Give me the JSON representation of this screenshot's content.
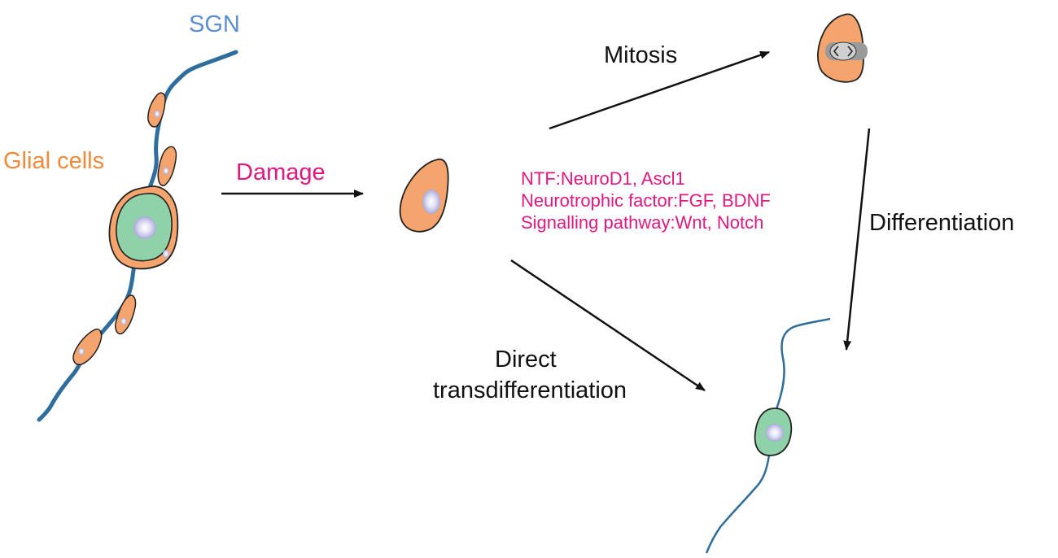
{
  "colors": {
    "nerve": "#2f6d9c",
    "glia_fill": "#f4a46c",
    "neuron_fill": "#8fd1a8",
    "nucleus": "#c7c7e8",
    "label_orange": "#f08a3a",
    "label_blue": "#5b8fd2",
    "label_magenta": "#e0187f",
    "arrow": "#111111",
    "mitosis_gray": "#9a9a9a"
  },
  "labels": {
    "sgn": "SGN",
    "glial_cells": "Glial cells",
    "damage": "Damage",
    "mitosis": "Mitosis",
    "differentiation": "Differentiation",
    "direct_line1": "Direct",
    "direct_line2": "transdifferentiation"
  },
  "factors": [
    "NTF:NeuroD1, Ascl1",
    "Neurotrophic factor:FGF, BDNF",
    "Signalling pathway:Wnt, Notch"
  ]
}
